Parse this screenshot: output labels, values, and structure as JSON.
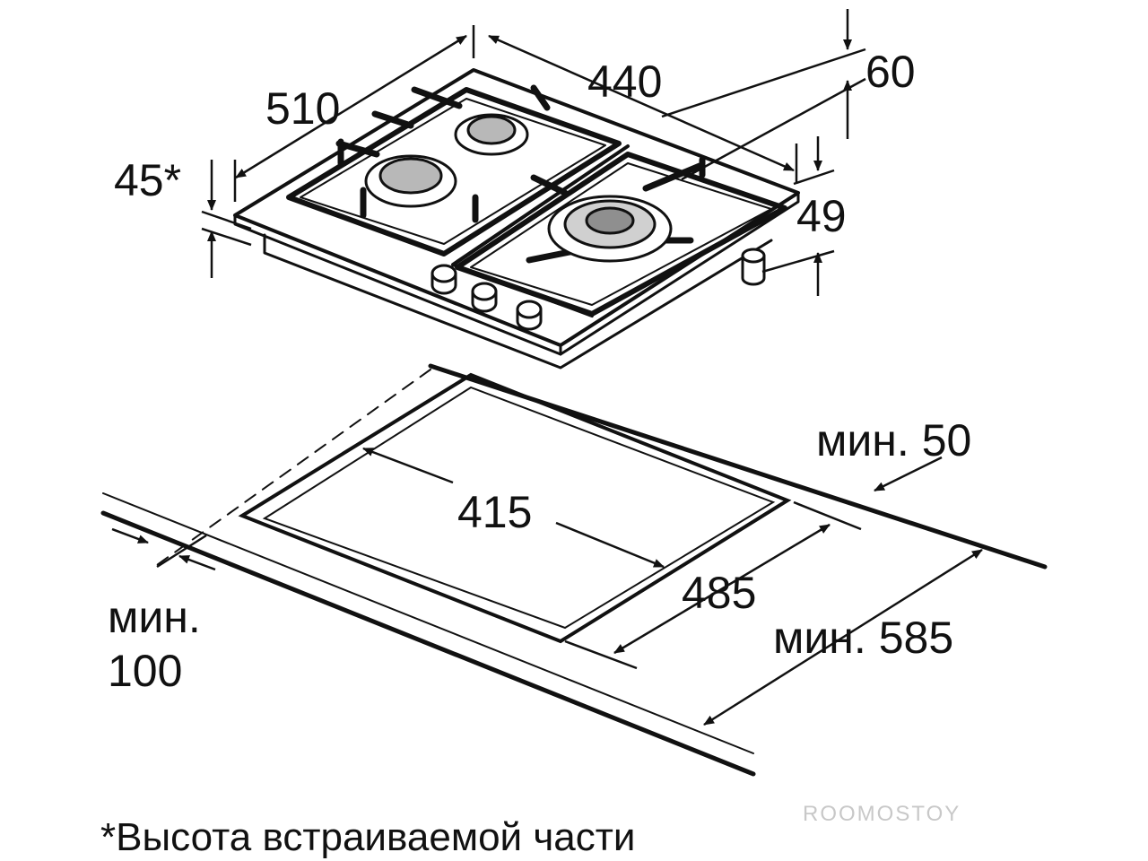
{
  "diagram": {
    "hob_dimensions": {
      "width": "510",
      "depth": "440",
      "top_height": "60",
      "side_height": "49",
      "built_in_height": "45*"
    },
    "cutout_dimensions": {
      "width": "415",
      "depth": "485",
      "min_back": "мин. 50",
      "min_depth": "мин. 585",
      "min_front_line1": "мин.",
      "min_front_line2": "100"
    },
    "footnote": "*Высота встраиваемой части",
    "watermark": "ROOMOSTOY"
  },
  "colors": {
    "line": "#111111",
    "burner_fill": "#b8b8b8",
    "burner_cap": "#8f8f8f",
    "background": "#ffffff"
  }
}
